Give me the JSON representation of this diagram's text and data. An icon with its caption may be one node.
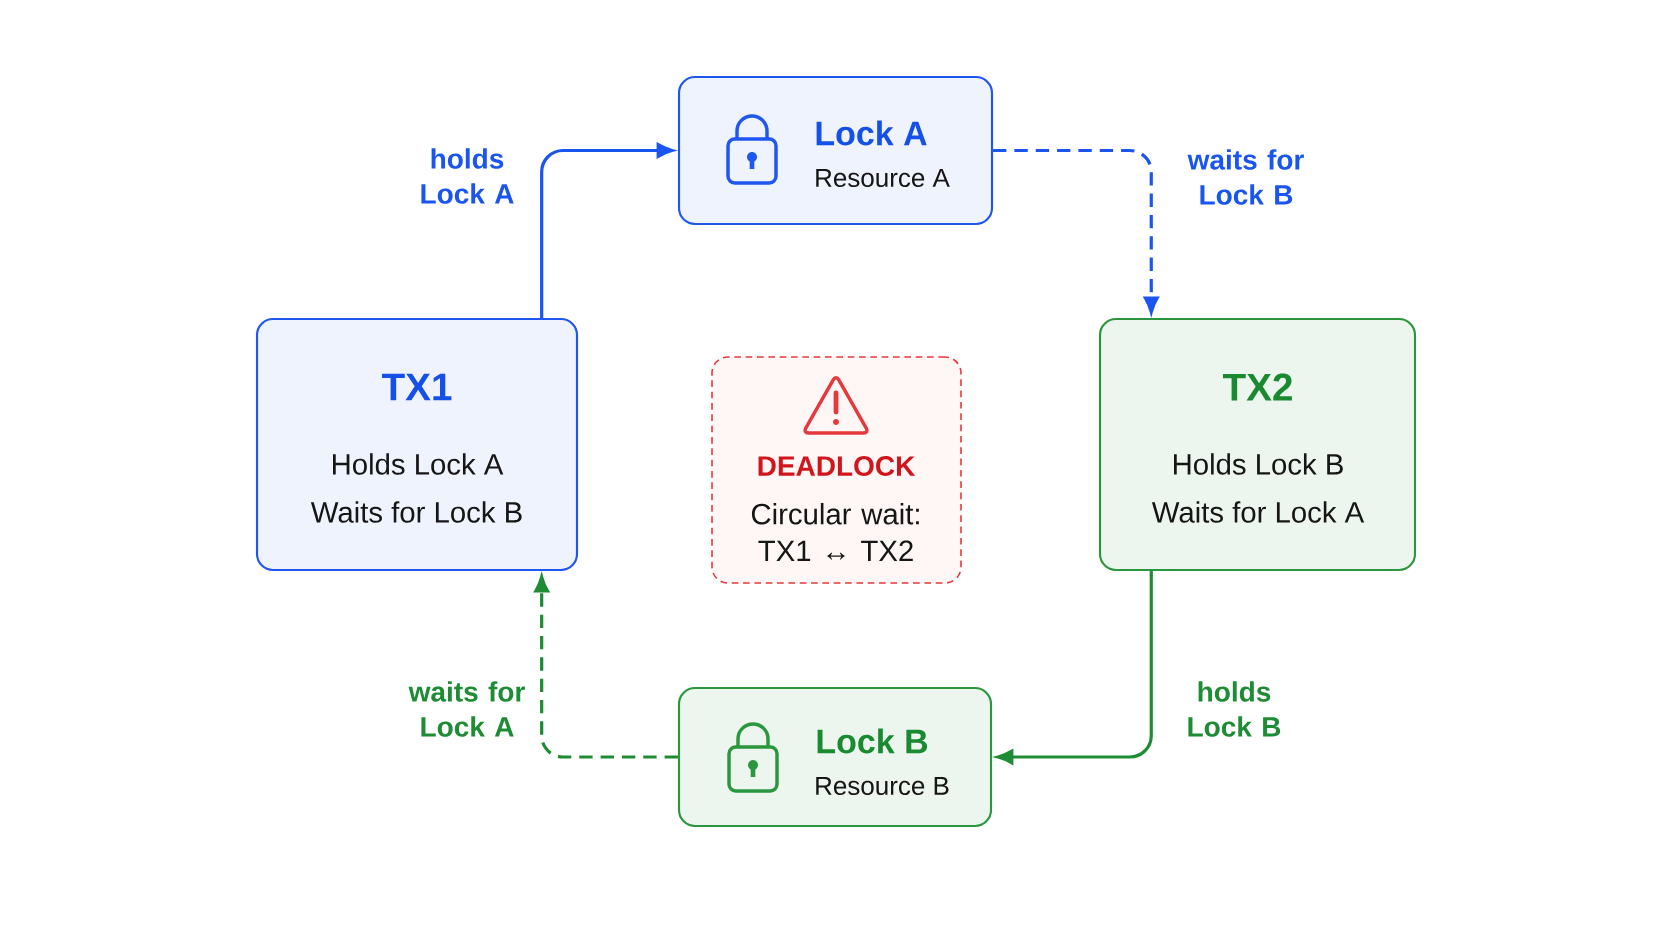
{
  "diagram": {
    "nodes": [
      {
        "text": [
          "Lock A",
          "Resource A"
        ]
      },
      {
        "text": [
          "TX1",
          "Holds Lock A",
          "Waits for Lock B"
        ]
      },
      {
        "text": [
          "DEADLOCK",
          "Circular wait: TX1 ↔ TX2"
        ]
      },
      {
        "text": [
          "TX2",
          "Holds Lock B",
          "Waits for Lock A"
        ]
      },
      {
        "text": [
          "Lock B",
          "Resource B"
        ]
      }
    ],
    "edges": [
      {
        "from": 1,
        "to": 0,
        "arrow": "to",
        "label": "holds Lock A",
        "color": "#1a55f0"
      },
      {
        "from": 0,
        "to": 3,
        "arrow": "to",
        "label": "waits for Lock B",
        "style": "dashed",
        "color": "#1a55f0"
      },
      {
        "from": 3,
        "to": 4,
        "arrow": "to",
        "label": "holds Lock B",
        "color": "#1d8c34"
      },
      {
        "from": 4,
        "to": 1,
        "arrow": "to",
        "label": "waits for Lock A",
        "style": "dashed",
        "color": "#1d8c34"
      }
    ]
  }
}
